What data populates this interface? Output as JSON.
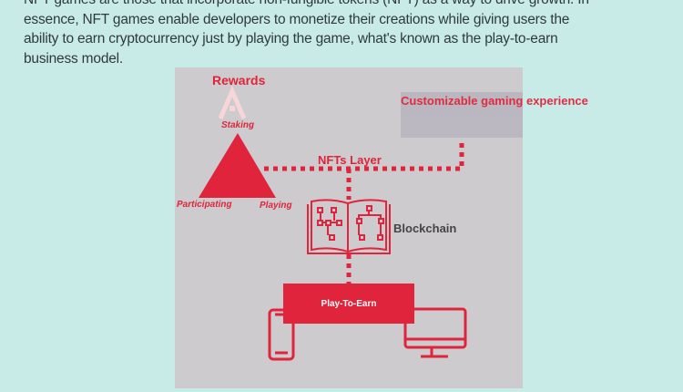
{
  "article": {
    "lines": [
      "NFT games are those that incorporate non-fungible tokens (NFT) as a way to drive growth. In",
      "essence, NFT games enable developers to monetize their creations while giving users the",
      "ability to earn cryptocurrency just by playing the game, what's known as the play-to-earn",
      "business model."
    ]
  },
  "diagram": {
    "rewards": "Rewards",
    "staking": "Staking",
    "participating": "Participating",
    "playing": "Playing",
    "nfts_layer": "NFTs Layer",
    "customizable": "Customizable gaming experience",
    "blockchain": "Blockchain",
    "play_to_earn": "Play-To-Earn",
    "accent_color": "#e0243c"
  }
}
